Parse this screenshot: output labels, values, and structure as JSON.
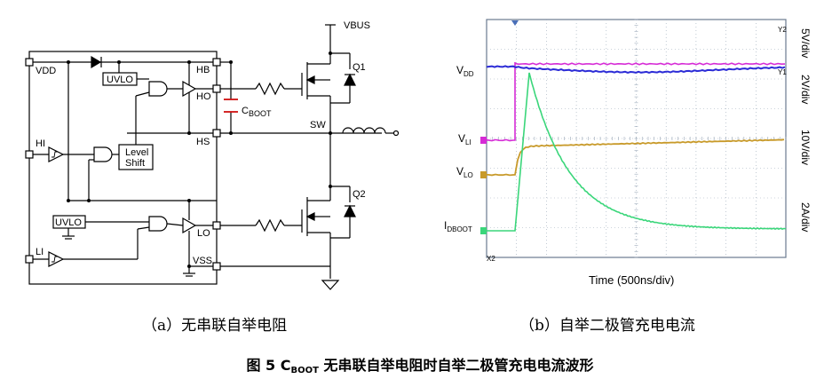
{
  "circuit": {
    "pins": {
      "vdd": "VDD",
      "hi": "HI",
      "li": "LI",
      "hb": "HB",
      "ho": "HO",
      "hs": "HS",
      "lo": "LO",
      "vss": "VSS"
    },
    "uvlo_top": "UVLO",
    "uvlo_bottom": "UVLO",
    "level_shift_line1": "Level",
    "level_shift_line2": "Shift",
    "vbus": "VBUS",
    "sw": "SW",
    "q1": "Q1",
    "q2": "Q2",
    "cboot_main": "C",
    "cboot_sub": "BOOT",
    "colors": {
      "cboot": "#d01010"
    }
  },
  "scope": {
    "labels": {
      "vdd_main": "V",
      "vdd_sub": "DD",
      "vli_main": "V",
      "vli_sub": "LI",
      "vlo_main": "V",
      "vlo_sub": "LO",
      "idboot_main": "I",
      "idboot_sub": "DBOOT"
    },
    "scales": {
      "vdd": "5V/div",
      "vli": "2V/div",
      "vlo": "10V/div",
      "idboot": "2A/div"
    },
    "time_label": "Time (500ns/div)",
    "markers": {
      "y2": "Y2",
      "y1": "Y1",
      "x2": "X2"
    },
    "colors": {
      "vdd": "#2b2bd6",
      "vli": "#d62bd6",
      "vlo": "#c89a2a",
      "idboot": "#3ad67a",
      "grid": "#9aa8b8",
      "frame": "#6a7a90"
    }
  },
  "captions": {
    "a": "（a）无串联自举电阻",
    "b": "（b）自举二极管充电电流"
  },
  "figure_title": {
    "prefix": "图 5 C",
    "sub": "BOOT",
    "suffix": " 无串联自举电阻时自举二极管充电电流波形"
  }
}
